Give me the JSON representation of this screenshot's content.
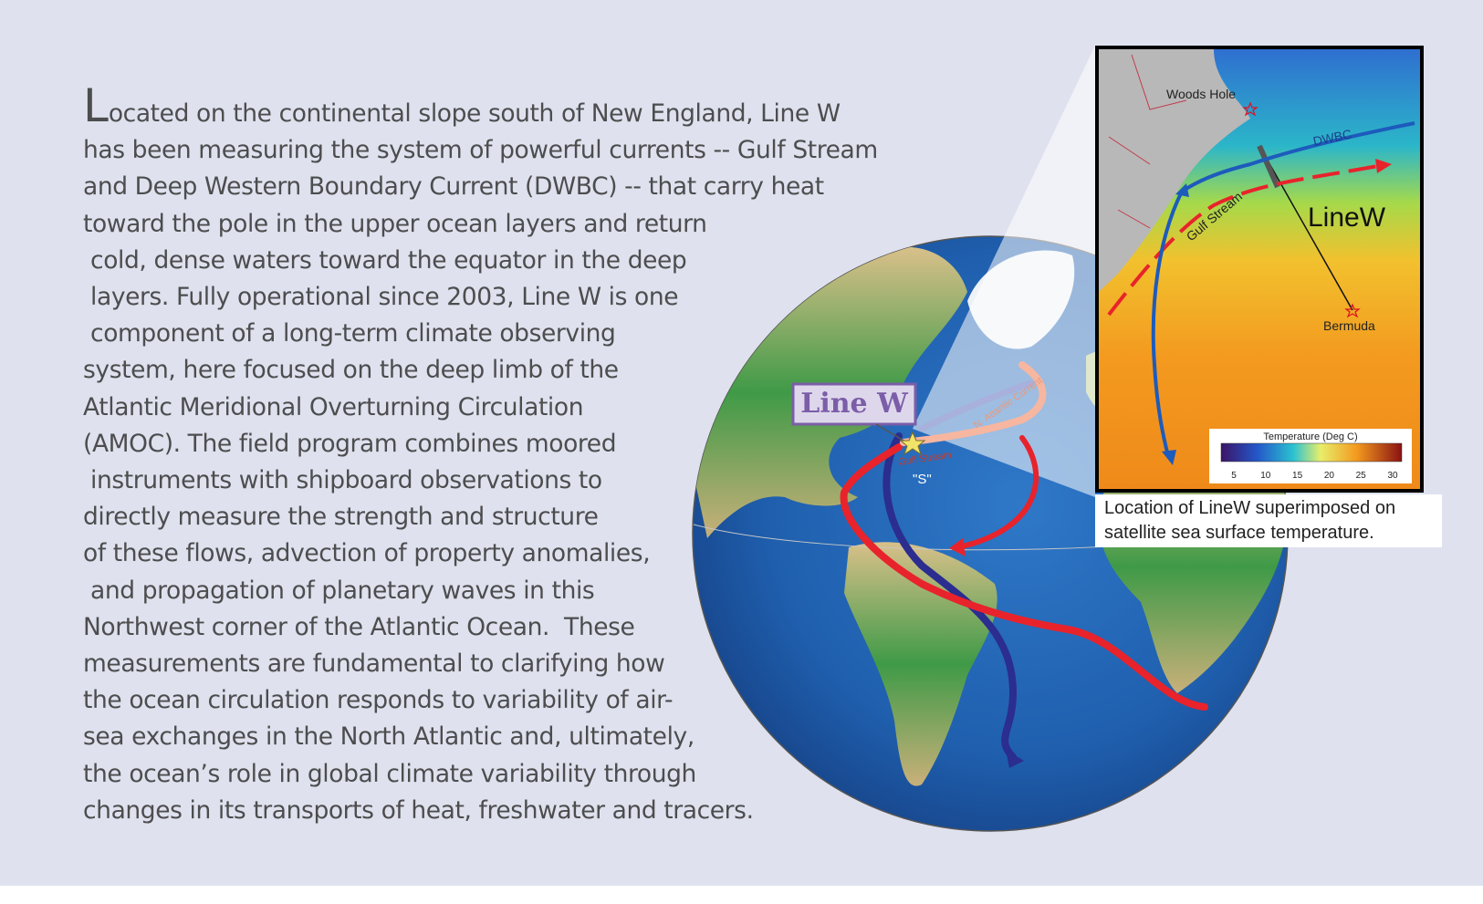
{
  "body": {
    "drop_cap": "L",
    "lines": [
      "ocated on the continental slope south of New England, Line W",
      "has been measuring the system of powerful currents -- Gulf Stream",
      "and Deep Western Boundary Current (DWBC) -- that carry heat",
      "toward the pole in the upper ocean layers and return",
      " cold, dense waters toward the equator in the deep",
      " layers. Fully operational since 2003, Line W is one",
      " component of a long-term climate observing",
      "system, here focused on the deep limb of the",
      "Atlantic Meridional Overturning Circulation",
      "(AMOC). The field program combines moored",
      " instruments with shipboard observations to",
      "directly measure the strength and structure",
      "of these flows, advection of property anomalies,",
      " and propagation of planetary waves in this",
      "Northwest corner of the Atlantic Ocean.  These",
      "measurements are fundamental to clarifying how",
      "the ocean circulation responds to variability of air-",
      "sea exchanges in the North Atlantic and, ultimately,",
      "the ocean’s role in global climate variability through",
      "changes in its transports of heat, freshwater and tracers."
    ]
  },
  "globe": {
    "label": "Line W",
    "gulf_stream_label": "Gulf Stream",
    "north_atlantic_label": "N. Atlantic Current",
    "s_label": "\"S\""
  },
  "inset": {
    "woods_hole": "Woods Hole",
    "dwbc": "DWBC",
    "gulf_stream": "Gulf Stream",
    "line_w": "LineW",
    "bermuda": "Bermuda",
    "colorbar_title": "Temperature (Deg C)",
    "colorbar_ticks": [
      "5",
      "10",
      "15",
      "20",
      "25",
      "30"
    ]
  },
  "caption": {
    "line1": "Location of LineW superimposed  on",
    "line2": "satellite sea surface temperature."
  },
  "colors": {
    "background": "#dfe2ee",
    "text": "#4d4d4f",
    "warm_current": "#e8232b",
    "deep_current": "#2b2d8f",
    "label_purple": "#7b5ea7"
  }
}
